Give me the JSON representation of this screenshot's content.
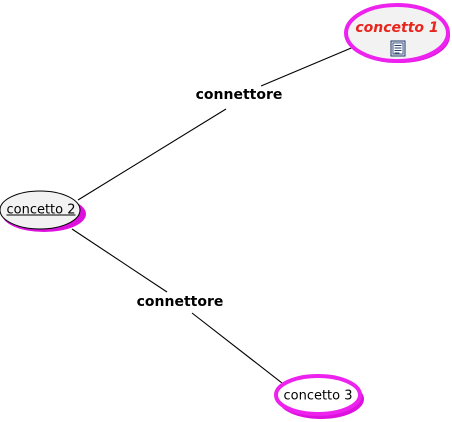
{
  "colors": {
    "node_border": "#ee22ee",
    "node_fill": "#f2f2f2",
    "shadow": "#dd11dd",
    "highlight_text": "#e8251c",
    "line": "#000000"
  },
  "concepts": [
    {
      "label": "concetto 1",
      "style": "bold-italic",
      "has_note": true,
      "note_icon": "document-note-icon"
    },
    {
      "label": "concetto 2",
      "style": "underline",
      "has_note": false
    },
    {
      "label": "concetto 3",
      "style": "normal",
      "has_note": false
    }
  ],
  "links": [
    {
      "label": "connettore",
      "from": "concetto 2",
      "to": "concetto 1"
    },
    {
      "label": "connettore",
      "from": "concetto 2",
      "to": "concetto 3"
    }
  ]
}
